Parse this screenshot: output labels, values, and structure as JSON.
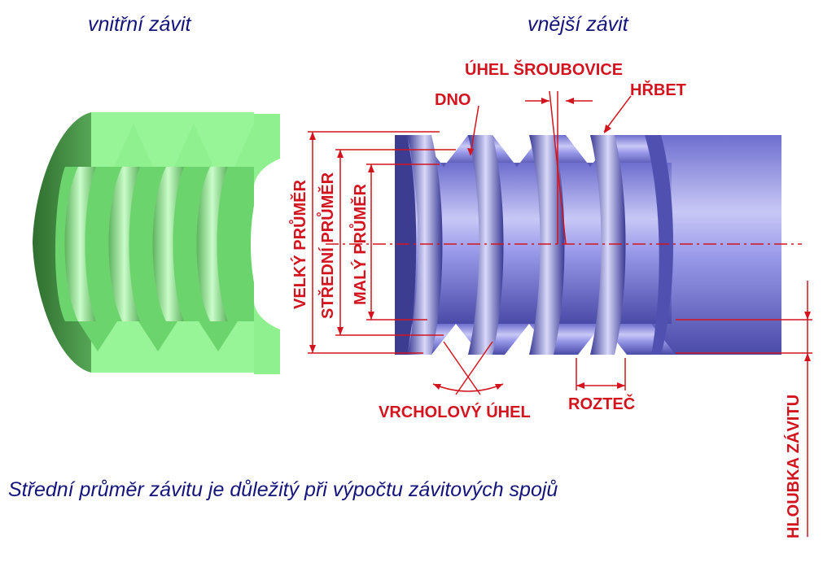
{
  "titles": {
    "internal": "vnitřní závit",
    "external": "vnější závit"
  },
  "labels": {
    "helix_angle": "ÚHEL ŠROUBOVICE",
    "root": "DNO",
    "crest": "HŘBET",
    "major_diameter": "VELKÝ PRŮMĚR",
    "pitch_diameter": "STŘEDNÍ PRŮMĚR",
    "minor_diameter": "MALÝ PRŮMĚR",
    "thread_angle": "VRCHOLOVÝ ÚHEL",
    "pitch": "ROZTEČ",
    "thread_depth": "HLOUBKA ZÁVITU"
  },
  "note": "Střední průměr závitu je důležitý při výpočtu závitových spojů",
  "colors": {
    "nut_green": "#8ff08f",
    "nut_dark_green": "#3e8a3e",
    "bolt_blue": "#8c8ce6",
    "dimension_red": "#d3141e",
    "title_navy": "#14147a"
  }
}
